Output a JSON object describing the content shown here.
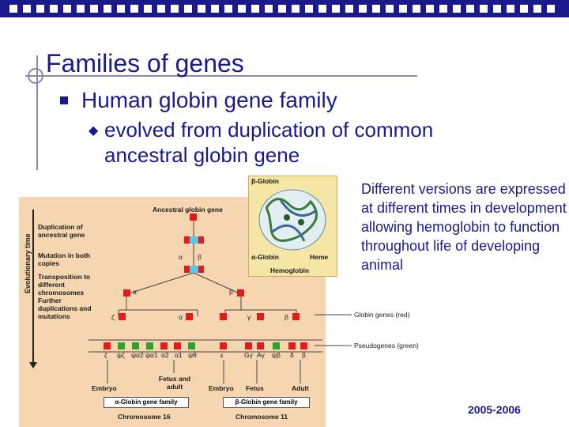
{
  "slide": {
    "title": "Families of genes",
    "bullet1": "Human globin gene family",
    "bullet2": "evolved from duplication of common ancestral globin gene",
    "side_text": "Different versions are expressed at different times in development allowing hemoglobin to function throughout life of developing animal",
    "year": "2005-2006"
  },
  "figure": {
    "axis_label": "Evolutionary time",
    "ancestral": "Ancestral globin gene",
    "steps": [
      "Duplication of ancestral gene",
      "Mutation in both copies",
      "Transposition to different chromosomes",
      "Further duplications and mutations"
    ],
    "protein": {
      "beta": "β-Globin",
      "alpha": "α-Globin",
      "heme": "Heme",
      "hemoglobin": "Hemoglobin"
    },
    "legend": {
      "globin": "Globin genes (red)",
      "pseudo": "Pseudogenes (green)"
    },
    "alpha_genes": [
      "ζ",
      "ψζ",
      "ψα2",
      "ψα1",
      "α2",
      "α1",
      "ψθ"
    ],
    "beta_genes": [
      "ε",
      "Gγ",
      "Aγ",
      "ψβ",
      "δ",
      "β"
    ],
    "labels": {
      "alpha": "α",
      "beta": "β",
      "zeta": "ζ",
      "gamma": "γ",
      "epsilon": "ε"
    },
    "stages": {
      "embryo1": "Embryo",
      "fetus_adult": "Fetus and adult",
      "embryo2": "Embryo",
      "fetus": "Fetus",
      "adult": "Adult"
    },
    "families": {
      "alpha": "α-Globin gene family",
      "beta": "β-Globin gene family"
    },
    "chromosomes": {
      "alpha": "Chromosome 16",
      "beta": "Chromosome 11"
    }
  },
  "colors": {
    "accent": "#1a1a8c",
    "globin_gene": "#e21b1b",
    "pseudogene": "#2fa12f"
  }
}
